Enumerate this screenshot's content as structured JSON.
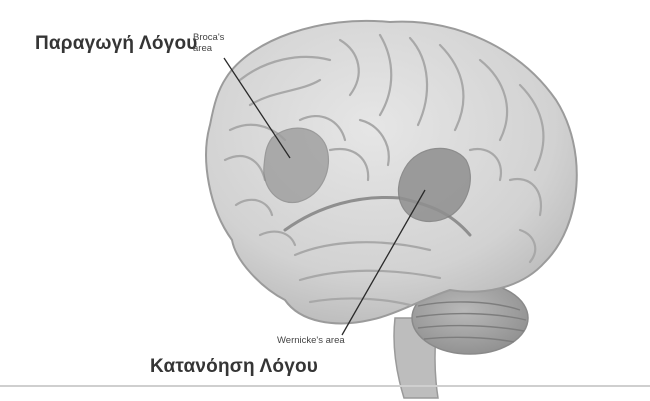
{
  "labels": {
    "production": "Παραγωγή Λόγου",
    "broca_line1": "Broca's",
    "broca_line2": "area",
    "wernicke": "Wernicke's area",
    "comprehension": "Κατανόηση Λόγου"
  },
  "colors": {
    "brain_fill": "#d8d8d8",
    "gyrus_edge": "#a9a9a9",
    "region_fill": "#9a9a9a",
    "leader_line": "#2a2a2a",
    "label_text": "#353535"
  }
}
